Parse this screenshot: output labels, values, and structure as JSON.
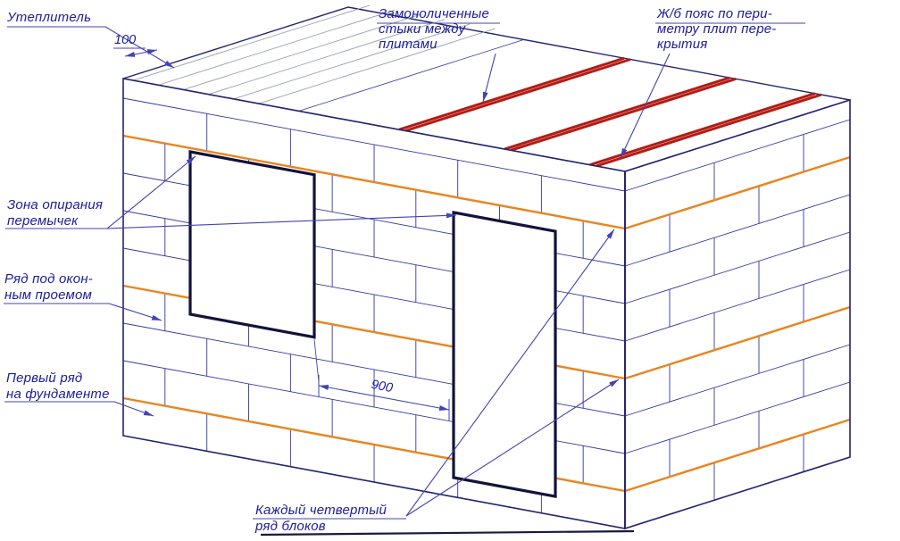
{
  "colors": {
    "block_line": "#3535a2",
    "face_outline": "#222270",
    "reinforcement_orange": "#e8851f",
    "slab_joint_red": "#b41c14",
    "leader_blue": "#4343b2",
    "label_text": "#1c1c9c",
    "opening_outline": "#12123c",
    "insulation_gray": "#98a0aa",
    "ground_line": "#1a1a40",
    "background": "#ffffff"
  },
  "labels": {
    "insulation": {
      "lines": [
        "Утеплитель"
      ]
    },
    "slab_joints": {
      "lines": [
        "Замоноличенные",
        "стыки между",
        "плитами"
      ]
    },
    "rc_belt": {
      "lines": [
        "Ж/б пояс по пери-",
        "метру плит пере-",
        "крытия"
      ]
    },
    "lintel_bearing_zone": {
      "lines": [
        "Зона опирания",
        "перемычек"
      ]
    },
    "row_under_window": {
      "lines": [
        "Ряд под окон-",
        "ным проемом"
      ]
    },
    "first_row_on_foundation": {
      "lines": [
        "Первый ряд",
        "на фундаменте"
      ]
    },
    "every_fourth_row": {
      "lines": [
        "Каждый четвертый",
        "ряд блоков"
      ]
    }
  },
  "dimensions": {
    "insulation_thickness": "100",
    "pier_width": "900"
  }
}
